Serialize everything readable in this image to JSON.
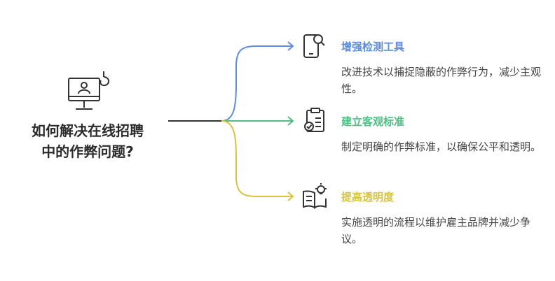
{
  "question": {
    "line1": "如何解决在线招聘",
    "line2": "中的作弊问题?"
  },
  "colors": {
    "blue": "#5b8de3",
    "green": "#4fbf84",
    "yellow": "#d8c43c",
    "line": "#333333"
  },
  "branches": [
    {
      "title": "增强检测工具",
      "desc": "改进技术以捕捉隐蔽的作弊行为，减少主观性。",
      "icon": "phone-search-icon"
    },
    {
      "title": "建立客观标准",
      "desc": "制定明确的作弊标准，以确保公平和透明。",
      "icon": "clipboard-check-icon"
    },
    {
      "title": "提高透明度",
      "desc": "实施透明的流程以维护雇主品牌并减少争议。",
      "icon": "book-lightbulb-icon"
    }
  ]
}
